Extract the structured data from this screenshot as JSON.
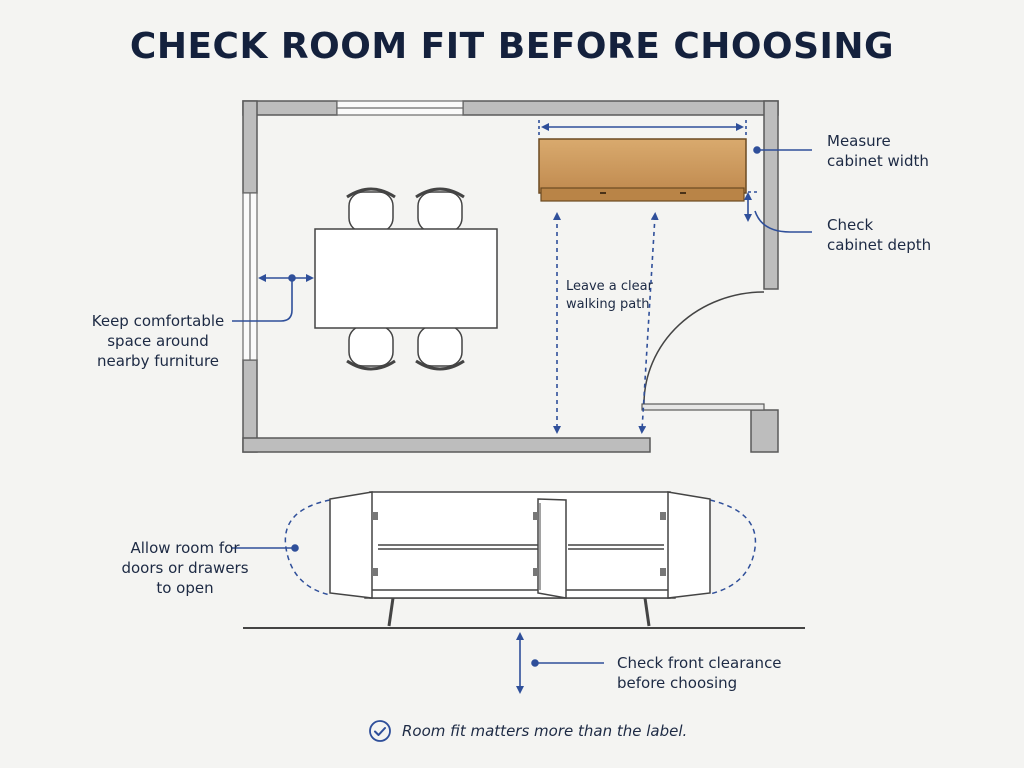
{
  "title": "CHECK ROOM FIT BEFORE CHOOSING",
  "annotations": {
    "cabinet_width": [
      "Measure",
      "cabinet width"
    ],
    "cabinet_depth": [
      "Check",
      "cabinet depth"
    ],
    "walking_path": [
      "Leave a clear",
      "walking path"
    ],
    "furniture_space": [
      "Keep comfortable",
      "space around",
      "nearby furniture"
    ],
    "doors_drawers": [
      "Allow room for",
      "doors or drawers",
      "to open"
    ],
    "front_clearance": [
      "Check front clearance",
      "before choosing"
    ]
  },
  "footer": {
    "text": "Room fit matters more than the label.",
    "icon": "check-circle-icon"
  },
  "colors": {
    "ink": "#14213d",
    "accent": "#2f4f9a",
    "wall": "#8b8b8b",
    "wood": "#c9975c"
  }
}
